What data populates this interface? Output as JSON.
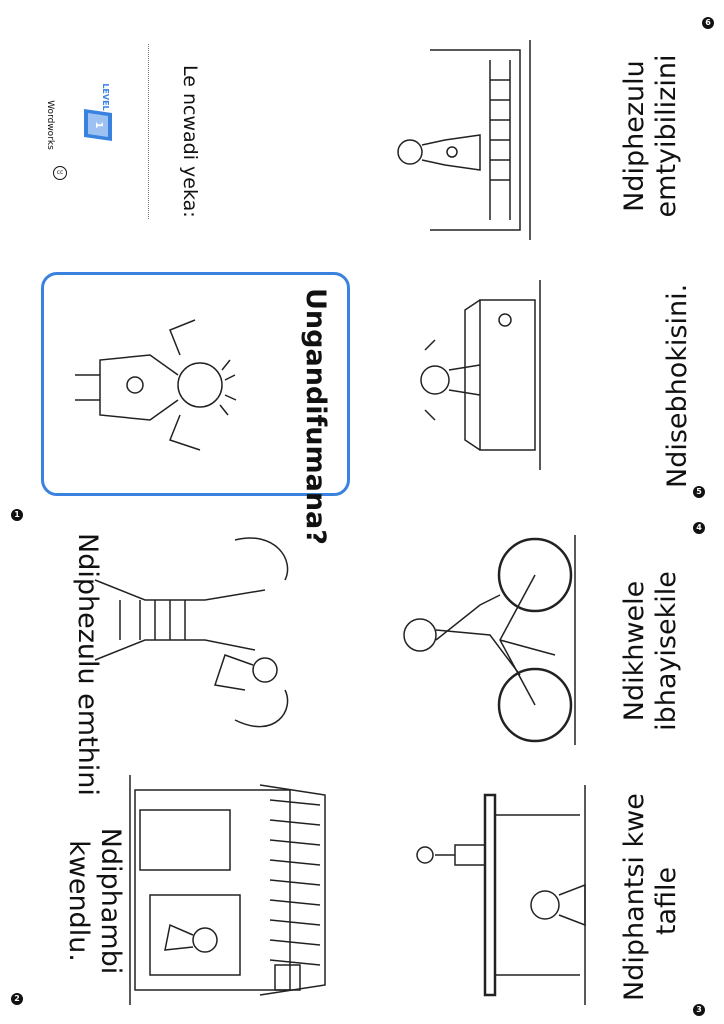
{
  "cover": {
    "title": "Ungandifumana?"
  },
  "back": {
    "owner_line": "Le ncwadi yeka:",
    "level_label": "LEVEL",
    "level_number": "1",
    "brand": "Wordworks"
  },
  "pages": [
    {
      "number": "1",
      "text": "Ndiphezulu emthini"
    },
    {
      "number": "2",
      "line1": "Ndiphambi",
      "line2": "kwendlu."
    },
    {
      "number": "3",
      "line1": "Ndiphantsi kwe",
      "line2": "tafile"
    },
    {
      "number": "4",
      "line1": "Ndikhwele",
      "line2": "ibhayisekile"
    },
    {
      "number": "5",
      "text": "Ndisebhokisini."
    },
    {
      "number": "6",
      "line1": "Ndiphezulu",
      "line2": "emtyibilizini"
    }
  ],
  "colors": {
    "accent": "#3a82e0",
    "ink": "#111111"
  }
}
